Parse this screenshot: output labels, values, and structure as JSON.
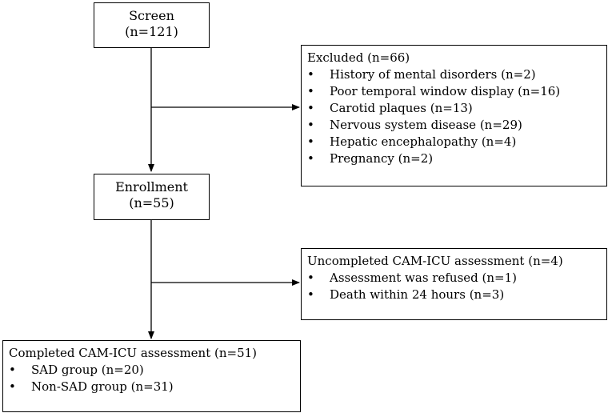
{
  "screen": {
    "title": "Screen",
    "count": "(n=121)"
  },
  "excluded": {
    "title": "Excluded  (n=66)",
    "bullet": "•",
    "items": [
      "History of mental disorders  (n=2)",
      "Poor temporal window display  (n=16)",
      "Carotid plaques  (n=13)",
      "Nervous system disease  (n=29)",
      "Hepatic encephalopathy  (n=4)",
      "Pregnancy  (n=2)"
    ]
  },
  "enrollment": {
    "title": "Enrollment",
    "count": "(n=55)"
  },
  "uncompleted": {
    "title": "Uncompleted CAM-ICU assessment  (n=4)",
    "bullet": "•",
    "items": [
      "Assessment was refused  (n=1)",
      "Death within 24 hours  (n=3)"
    ]
  },
  "completed": {
    "title": "Completed CAM-ICU assessment  (n=51)",
    "bullet": "•",
    "items": [
      "SAD group  (n=20)",
      "Non-SAD group  (n=31)"
    ]
  }
}
